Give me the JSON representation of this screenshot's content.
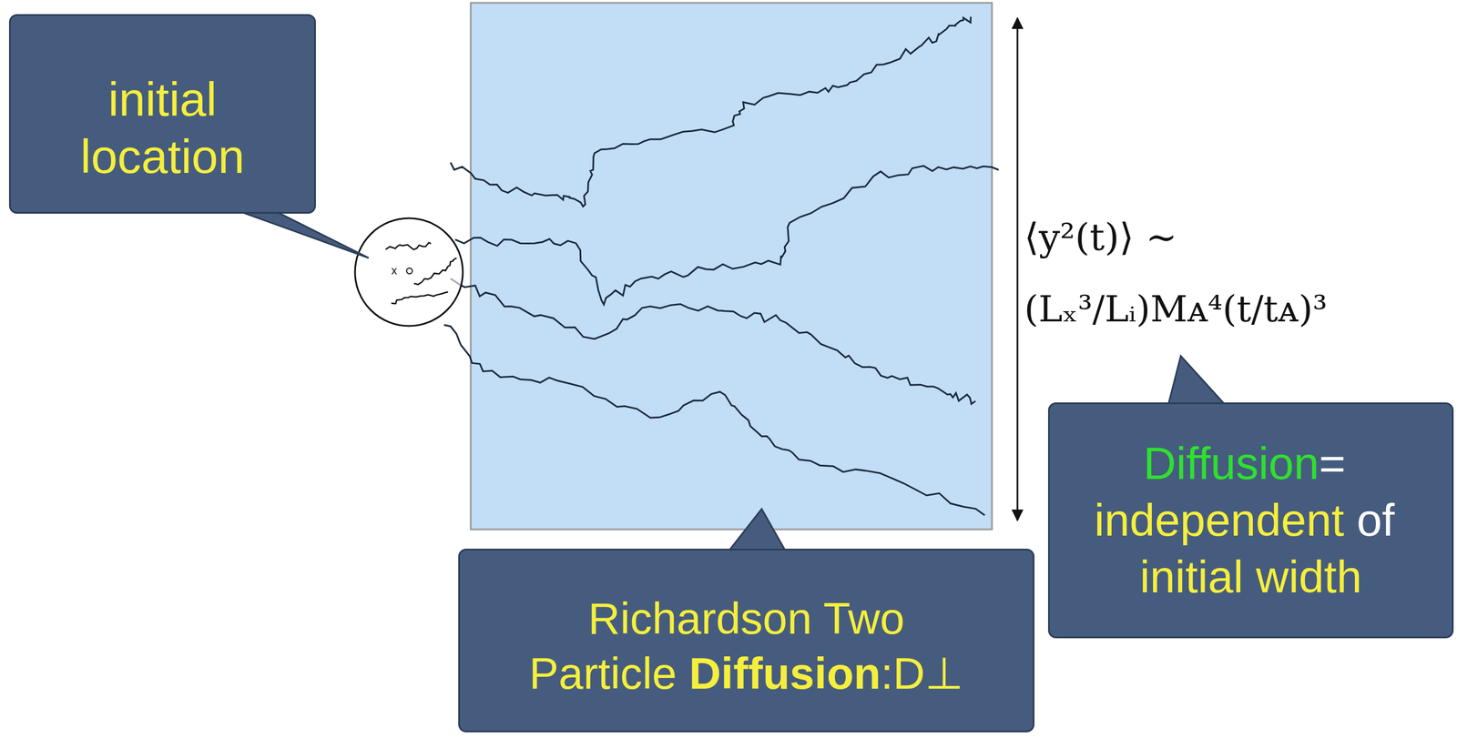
{
  "diagram": {
    "nodes": [
      {
        "text": [
          "initial location"
        ]
      },
      {
        "text": [
          "Richardson Two Particle",
          "Diffusion",
          ":D⊥"
        ]
      },
      {
        "text": [
          "Diffusion",
          "=",
          "independent",
          "of",
          "initial width"
        ]
      }
    ],
    "labels": [
      "x",
      "⟨y²(t)⟩ ∼",
      "(Lₓ³/Lᵢ)Mᴀ⁴(t/tᴀ)³"
    ]
  }
}
